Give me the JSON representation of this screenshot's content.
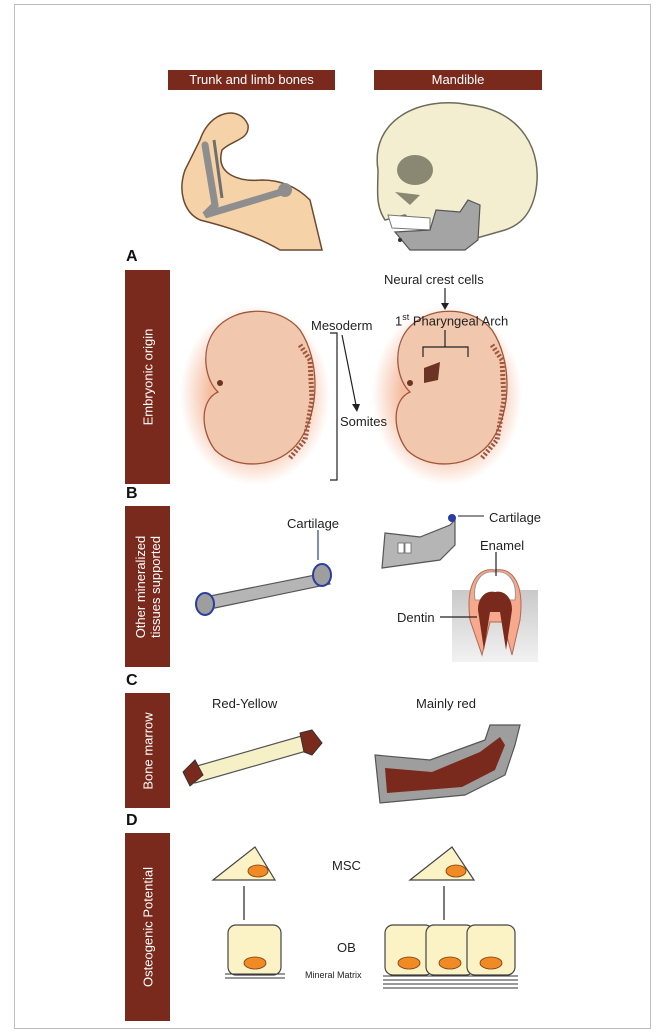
{
  "headers": {
    "left": "Trunk and limb bones",
    "right": "Mandible"
  },
  "sections": [
    {
      "letter": "A",
      "title": "Embryonic origin"
    },
    {
      "letter": "B",
      "title_line1": "Other mineralized",
      "title_line2": "tissues supported"
    },
    {
      "letter": "C",
      "title": "Bone marrow"
    },
    {
      "letter": "D",
      "title": "Osteogenic Potential"
    }
  ],
  "embryo": {
    "neural_crest": "Neural crest cells",
    "pharyngeal_sup": "st",
    "pharyngeal_num": "1",
    "pharyngeal_rest": " Pharyngeal Arch",
    "mesoderm": "Mesoderm",
    "somites": "Somites"
  },
  "tissues": {
    "cartilage_left": "Cartilage",
    "cartilage_right": "Cartilage",
    "enamel": "Enamel",
    "dentin": "Dentin"
  },
  "marrow": {
    "left": "Red-Yellow",
    "right": "Mainly red"
  },
  "osteogenic": {
    "msc": "MSC",
    "ob": "OB",
    "matrix": "Mineral Matrix"
  },
  "colors": {
    "header": "#7a2a1c",
    "embryo": "#f1c7ad",
    "bone": "#9a9a9a",
    "marrow": "#7a2a1c",
    "cell": "#fbf3c6",
    "nucleus": "#f08a24"
  }
}
